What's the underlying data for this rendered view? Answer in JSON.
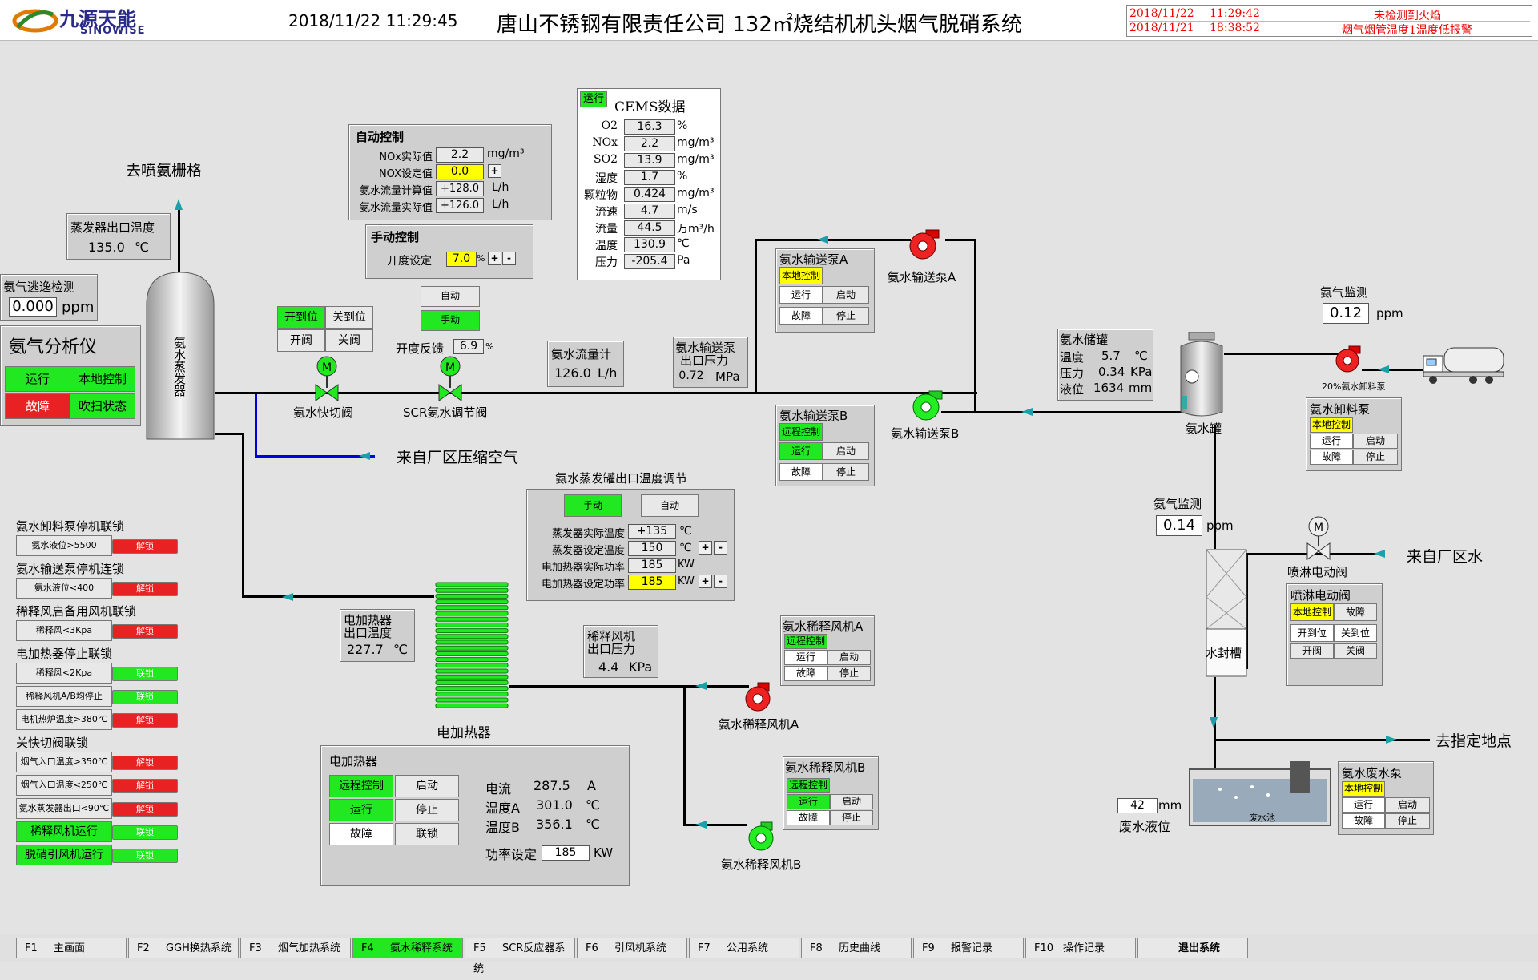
{
  "header": {
    "logo_cn": "九源天能",
    "logo_en": "SINOWISE",
    "datetime": "2018/11/22  11:29:45",
    "title": "唐山不锈钢有限责任公司 132㎡烧结机机头烟气脱硝系统",
    "alarms": [
      {
        "date": "2018/11/22",
        "time": "11:29:42",
        "msg": "未检测到火焰"
      },
      {
        "date": "2018/11/21",
        "time": "18:38:52",
        "msg": "烟气烟管温度1温度低报警"
      }
    ]
  },
  "labels": {
    "to_grid": "去喷氨栅格",
    "compressed_air": "来自厂区压缩空气",
    "plant_water": "来自厂区水",
    "to_location": "去指定地点",
    "evaporator": "氨水蒸发器",
    "fast_valve": "氨水快切阀",
    "scr_valve": "SCR氨水调节阀",
    "heater": "电加热器",
    "tank": "氨水罐",
    "seal_tank": "水封槽",
    "spray_valve": "喷淋电动阀",
    "waste_pool": "废水池",
    "truck": "20%氨水卸料泵"
  },
  "evap_outlet_temp": {
    "title": "蒸发器出口温度",
    "value": "135.0",
    "unit": "℃"
  },
  "nh3_slip": {
    "title": "氨气逃逸检测",
    "value": "0.000",
    "unit": "ppm"
  },
  "nh3_analyzer": {
    "title": "氨气分析仪",
    "run": "运行",
    "local": "本地控制",
    "fault": "故障",
    "purge": "吹扫状态"
  },
  "auto_ctrl": {
    "title": "自动控制",
    "rows": [
      {
        "label": "NOx实际值",
        "value": "2.2",
        "unit": "mg/m³"
      },
      {
        "label": "NOX设定值",
        "value": "0.0",
        "unit": "+"
      },
      {
        "label": "氨水流量计算值",
        "value": "+128.0",
        "unit": "L/h"
      },
      {
        "label": "氨水流量实际值",
        "value": "+126.0",
        "unit": "L/h"
      }
    ]
  },
  "manual_ctrl": {
    "title": "手动控制",
    "label": "开度设定",
    "value": "7.0",
    "unit": "%"
  },
  "mode_btns": {
    "auto": "自动",
    "manual": "手动"
  },
  "opening_fb": {
    "label": "开度反馈",
    "value": "6.9",
    "unit": "%"
  },
  "fast_valve_ctrl": {
    "open_pos": "开到位",
    "close_pos": "关到位",
    "open": "开阀",
    "close": "关阀"
  },
  "cems": {
    "status": "运行",
    "title": "CEMS数据",
    "rows": [
      {
        "label": "O2",
        "value": "16.3",
        "unit": "%"
      },
      {
        "label": "NOx",
        "value": "2.2",
        "unit": "mg/m³"
      },
      {
        "label": "SO2",
        "value": "13.9",
        "unit": "mg/m³"
      },
      {
        "label": "湿度",
        "value": "1.7",
        "unit": "%"
      },
      {
        "label": "颗粒物",
        "value": "0.424",
        "unit": "mg/m³"
      },
      {
        "label": "流速",
        "value": "4.7",
        "unit": "m/s"
      },
      {
        "label": "流量",
        "value": "44.5",
        "unit": "万m³/h"
      },
      {
        "label": "温度",
        "value": "130.9",
        "unit": "℃"
      },
      {
        "label": "压力",
        "value": "-205.4",
        "unit": "Pa"
      }
    ]
  },
  "flowmeter": {
    "title": "氨水流量计",
    "value": "126.0",
    "unit": "L/h"
  },
  "pump_out_press": {
    "title1": "氨水输送泵",
    "title2": "出口压力",
    "value": "0.72",
    "unit": "MPa"
  },
  "pumpA": {
    "title": "氨水输送泵A",
    "mode": "本地控制",
    "run": "运行",
    "start": "启动",
    "fault": "故障",
    "stop": "停止",
    "label": "氨水输送泵A"
  },
  "pumpB": {
    "title": "氨水输送泵B",
    "mode": "远程控制",
    "run": "运行",
    "start": "启动",
    "fault": "故障",
    "stop": "停止",
    "label": "氨水输送泵B"
  },
  "storage": {
    "title": "氨水储罐",
    "rows": [
      {
        "label": "温度",
        "value": "5.7",
        "unit": "℃"
      },
      {
        "label": "压力",
        "value": "0.34",
        "unit": "KPa"
      },
      {
        "label": "液位",
        "value": "1634",
        "unit": "mm"
      }
    ]
  },
  "nh3_mon1": {
    "title": "氨气监测",
    "value": "0.12",
    "unit": "ppm"
  },
  "nh3_mon2": {
    "title": "氨气监测",
    "value": "0.14",
    "unit": "ppm"
  },
  "unload_pump": {
    "title": "氨水卸料泵",
    "mode": "本地控制",
    "run": "运行",
    "start": "启动",
    "fault": "故障",
    "stop": "停止"
  },
  "spray_ctrl": {
    "title": "喷淋电动阀",
    "mode": "本地控制",
    "fault": "故障",
    "open_pos": "开到位",
    "close_pos": "关到位",
    "open": "开阀",
    "close": "关阀"
  },
  "waste_pump": {
    "title": "氨水废水泵",
    "mode": "本地控制",
    "run": "运行",
    "start": "启动",
    "fault": "故障",
    "stop": "停止"
  },
  "waste_level": {
    "value": "42",
    "unit": "mm",
    "label": "废水液位"
  },
  "evap_temp_ctrl": {
    "title": "氨水蒸发罐出口温度调节",
    "manual": "手动",
    "auto": "自动",
    "rows": [
      {
        "label": "蒸发器实际温度",
        "value": "+135",
        "unit": "℃"
      },
      {
        "label": "蒸发器设定温度",
        "value": "150",
        "unit": "℃"
      },
      {
        "label": "电加热器实际功率",
        "value": "185",
        "unit": "KW"
      },
      {
        "label": "电加热器设定功率",
        "value": "185",
        "unit": "KW"
      }
    ]
  },
  "heater_out_temp": {
    "title1": "电加热器",
    "title2": "出口温度",
    "value": "227.7",
    "unit": "℃"
  },
  "dil_fan_press": {
    "title1": "稀释风机",
    "title2": "出口压力",
    "value": "4.4",
    "unit": "KPa"
  },
  "fanA": {
    "title": "氨水稀释风机A",
    "mode": "远程控制",
    "run": "运行",
    "start": "启动",
    "fault": "故障",
    "stop": "停止",
    "label": "氨水稀释风机A"
  },
  "fanB": {
    "title": "氨水稀释风机B",
    "mode": "远程控制",
    "run": "运行",
    "start": "启动",
    "fault": "故障",
    "stop": "停止",
    "label": "氨水稀释风机B"
  },
  "heater_panel": {
    "title": "电加热器",
    "remote": "远程控制",
    "start": "启动",
    "run": "运行",
    "stop": "停止",
    "fault": "故障",
    "interlock": "联锁",
    "current_label": "电流",
    "current": "287.5",
    "current_unit": "A",
    "tempA_label": "温度A",
    "tempA": "301.0",
    "tempA_unit": "℃",
    "tempB_label": "温度B",
    "tempB": "356.1",
    "tempB_unit": "℃",
    "power_label": "功率设定",
    "power": "185",
    "power_unit": "KW"
  },
  "interlocks": [
    {
      "group": "氨水卸料泵停机联锁",
      "items": [
        {
          "cond": "氨水液位>5500",
          "state": "解锁",
          "color": "#e82222"
        }
      ]
    },
    {
      "group": "氨水输送泵停机连锁",
      "items": [
        {
          "cond": "氨水液位<400",
          "state": "解锁",
          "color": "#e82222"
        }
      ]
    },
    {
      "group": "稀释风启备用风机联锁",
      "items": [
        {
          "cond": "稀释风<3Kpa",
          "state": "解锁",
          "color": "#e82222"
        }
      ]
    },
    {
      "group": "电加热器停止联锁",
      "items": [
        {
          "cond": "稀释风<2Kpa",
          "state": "联锁",
          "color": "#22e822"
        },
        {
          "cond": "稀释风机A/B均停止",
          "state": "联锁",
          "color": "#22e822"
        },
        {
          "cond": "电机热炉温度>380℃",
          "state": "解锁",
          "color": "#e82222"
        }
      ]
    },
    {
      "group": "关快切阀联锁",
      "items": [
        {
          "cond": "烟气入口温度>350℃",
          "state": "解锁",
          "color": "#e82222"
        },
        {
          "cond": "烟气入口温度<250℃",
          "state": "解锁",
          "color": "#e82222"
        },
        {
          "cond": "氨水蒸发器出口<90℃",
          "state": "解锁",
          "color": "#e82222"
        },
        {
          "cond": "稀释风机运行",
          "state": "联锁",
          "color": "#22e822",
          "green": true
        },
        {
          "cond": "脱硝引风机运行",
          "state": "联锁",
          "color": "#22e822",
          "green": true
        }
      ]
    }
  ],
  "fkeys": [
    {
      "key": "F1",
      "label": "主画面"
    },
    {
      "key": "F2",
      "label": "GGH换热系统"
    },
    {
      "key": "F3",
      "label": "烟气加热系统"
    },
    {
      "key": "F4",
      "label": "氨水稀释系统",
      "active": true
    },
    {
      "key": "F5",
      "label": "SCR反应器系统"
    },
    {
      "key": "F6",
      "label": "引风机系统"
    },
    {
      "key": "F7",
      "label": "公用系统"
    },
    {
      "key": "F8",
      "label": "历史曲线"
    },
    {
      "key": "F9",
      "label": "报警记录"
    },
    {
      "key": "F10",
      "label": "操作记录"
    },
    {
      "key": "",
      "label": "退出系统"
    }
  ],
  "colors": {
    "green": "#22e822",
    "red": "#e82222",
    "yellow": "#ffff00",
    "pipe": "#000000",
    "air": "#0000dd",
    "arrow": "#1aa0a8"
  }
}
